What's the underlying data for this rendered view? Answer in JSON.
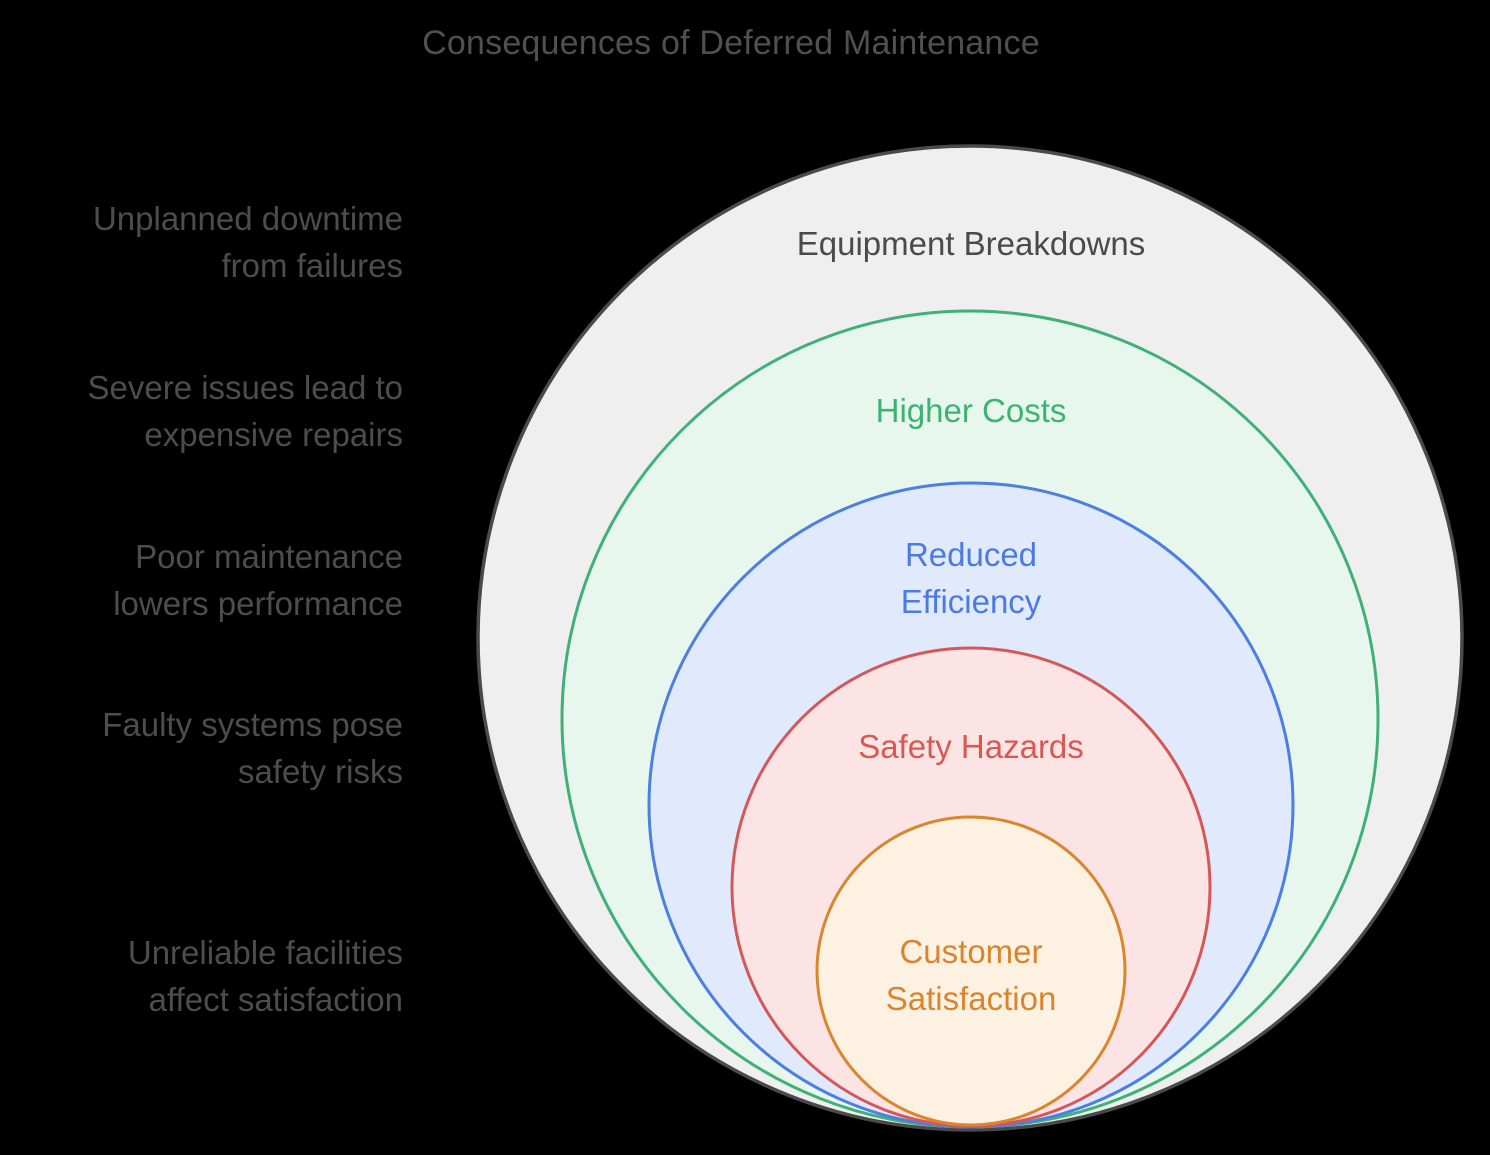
{
  "title": "Consequences of Deferred Maintenance",
  "background_color": "#000000",
  "rings": [
    {
      "id": "equipment-breakdowns",
      "label": "Equipment Breakdowns",
      "note": "Unplanned downtime\nfrom failures",
      "stroke": "#4a4a4a",
      "fill": "#efefef",
      "text_color": "#4a4a4a"
    },
    {
      "id": "higher-costs",
      "label": "Higher Costs",
      "note": "Severe issues lead to\nexpensive repairs",
      "stroke": "#40b176",
      "fill": "#e7f7ee",
      "text_color": "#3cb371"
    },
    {
      "id": "reduced-efficiency",
      "label": "Reduced\nEfficiency",
      "note": "Poor maintenance\nlowers performance",
      "stroke": "#4c7fe0",
      "fill": "#e0eafc",
      "text_color": "#4b7be0"
    },
    {
      "id": "safety-hazards",
      "label": "Safety Hazards",
      "note": "Faulty systems pose\nsafety risks",
      "stroke": "#d45858",
      "fill": "#fbe4e3",
      "text_color": "#d85853"
    },
    {
      "id": "customer-satisfaction",
      "label": "Customer\nSatisfaction",
      "note": "Unreliable facilities\naffect satisfaction",
      "stroke": "#d9862f",
      "fill": "#fdf2e2",
      "text_color": "#d9842e"
    }
  ]
}
